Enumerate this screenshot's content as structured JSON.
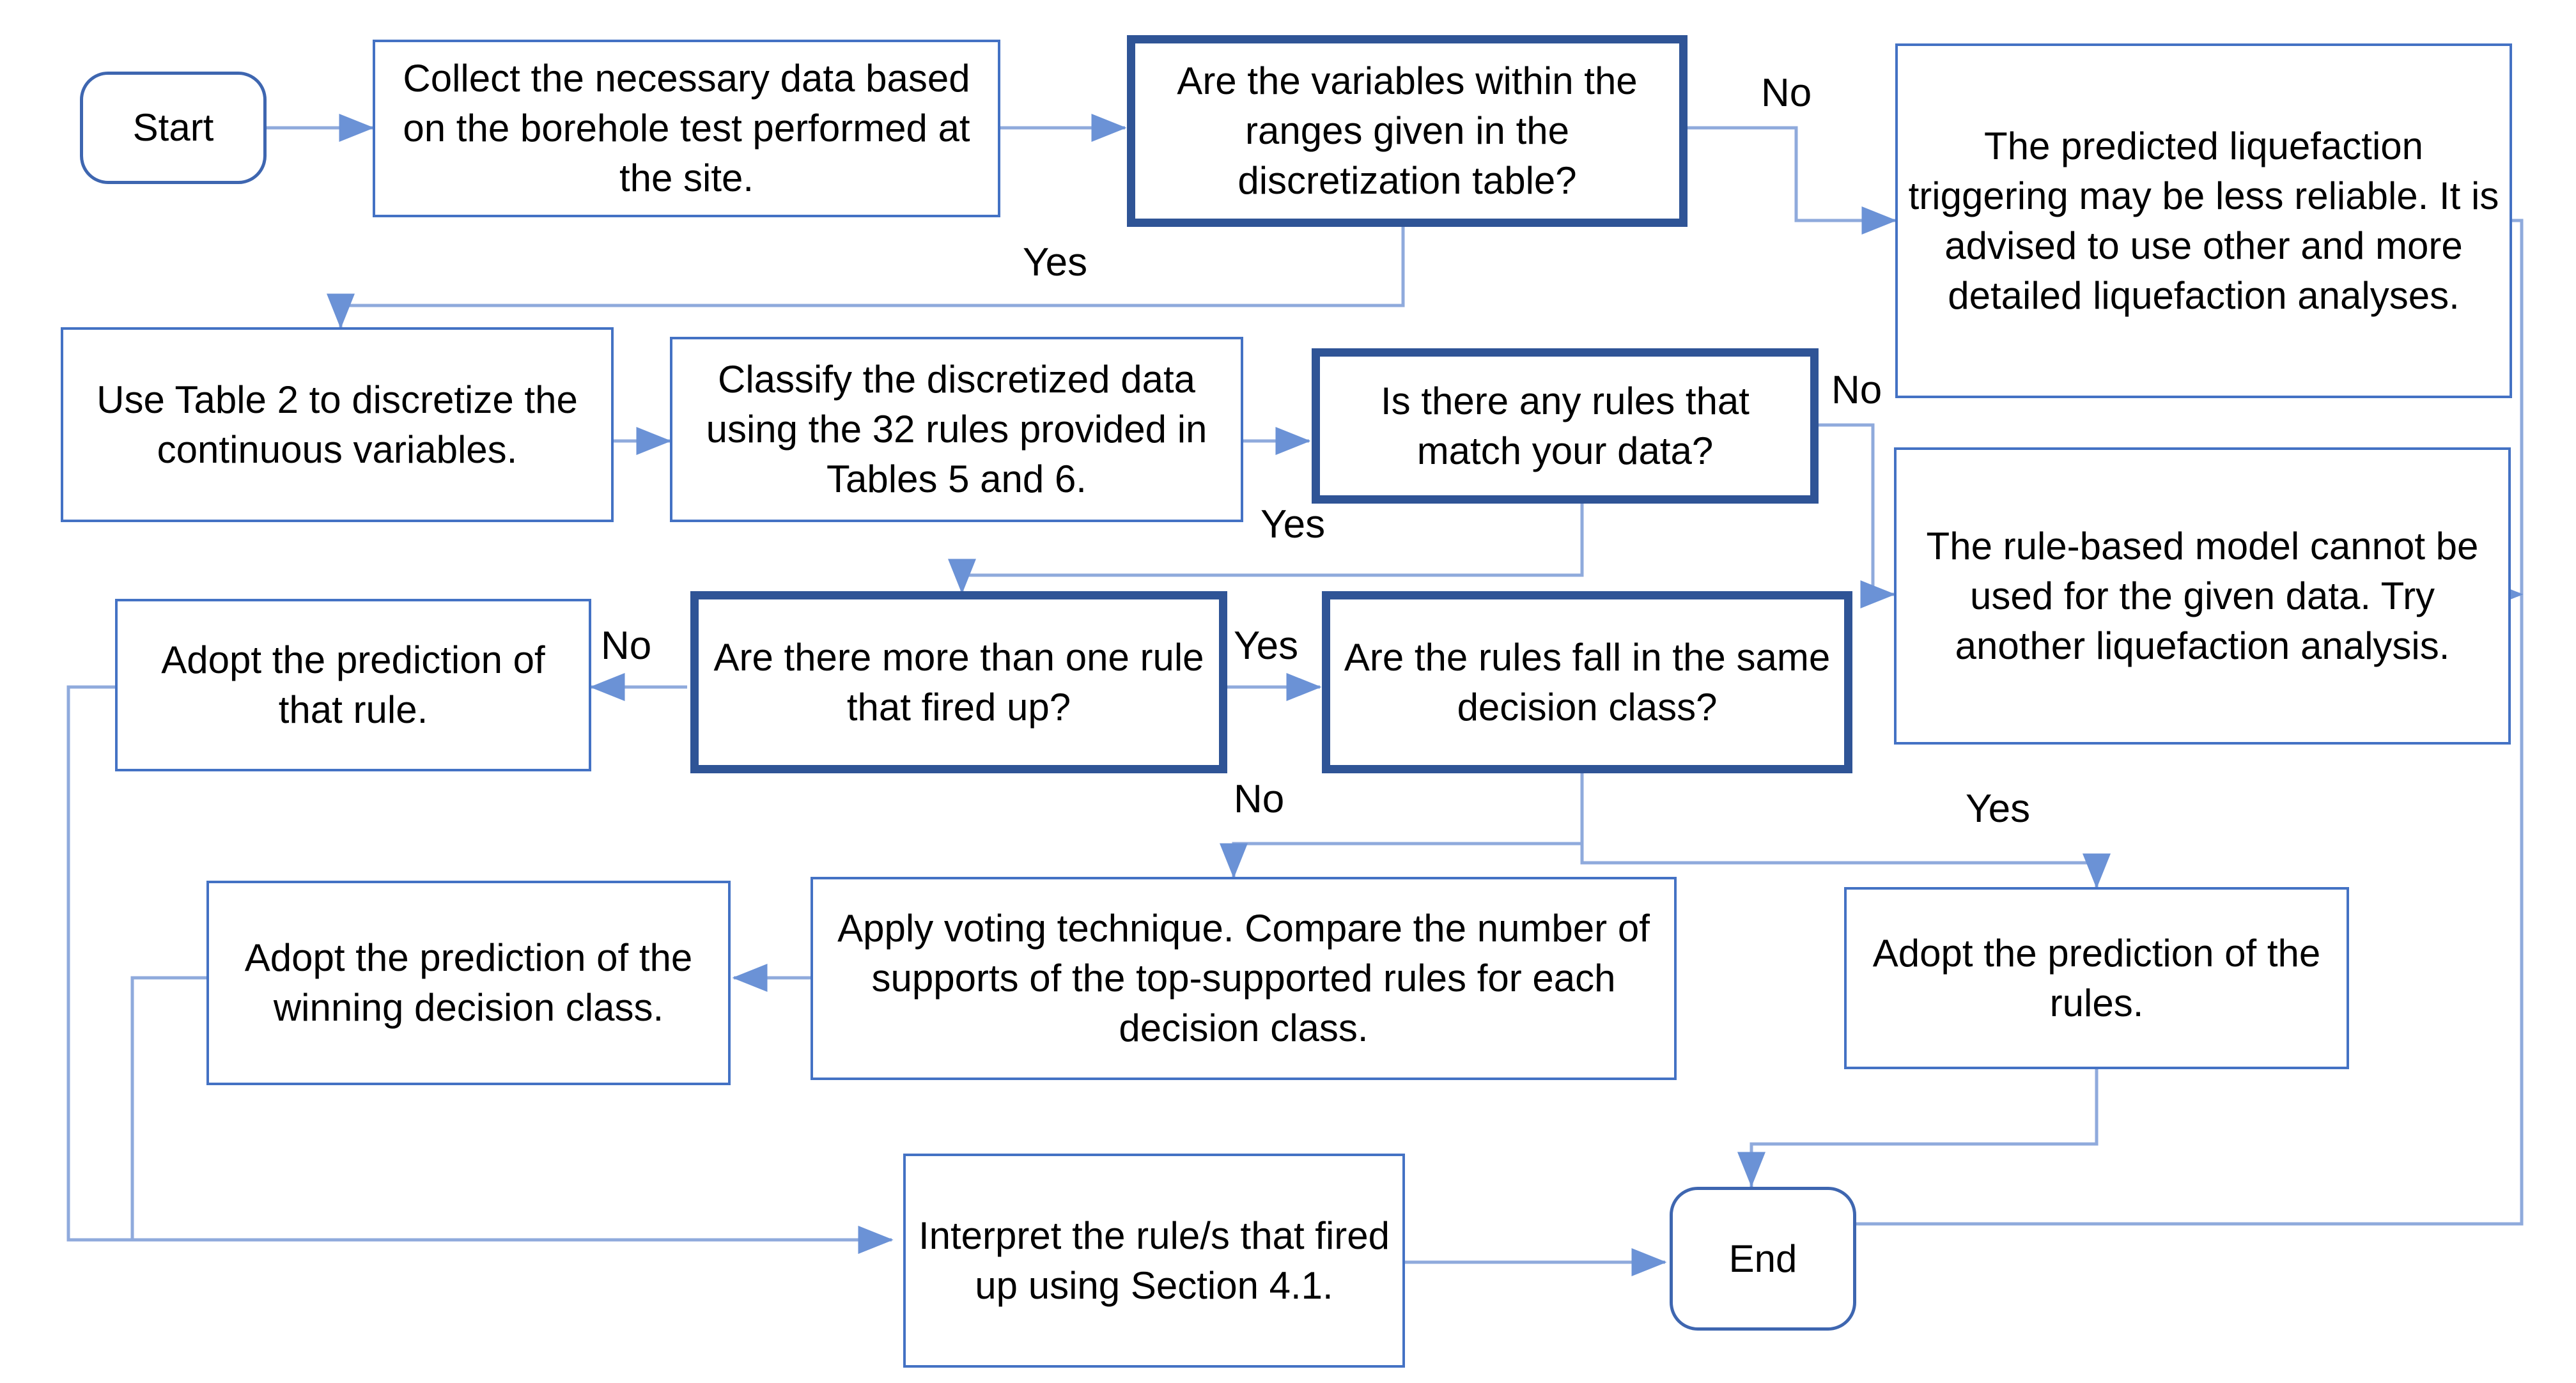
{
  "diagram": {
    "title": "Rule-based liquefaction prediction flowchart",
    "colors": {
      "process_border": "#4472C4",
      "decision_border": "#2F5496",
      "terminal_border": "#3E66B0",
      "connector": "#8FAADC",
      "background": "#FFFFFF",
      "text": "#000000"
    },
    "nodes": [
      {
        "id": "start",
        "type": "terminal",
        "text": "Start"
      },
      {
        "id": "collect",
        "type": "process",
        "text": "Collect the necessary data based on the borehole test performed at the site."
      },
      {
        "id": "in_range",
        "type": "decision",
        "text": "Are the variables within the ranges given in the discretization table?"
      },
      {
        "id": "less_reliable",
        "type": "process",
        "text": "The predicted liquefaction triggering may be less reliable. It is advised to use other and more detailed liquefaction analyses."
      },
      {
        "id": "discretize",
        "type": "process",
        "text": "Use Table 2 to discretize the continuous variables."
      },
      {
        "id": "classify",
        "type": "process",
        "text": "Classify the discretized data using the 32 rules provided in Tables 5 and 6."
      },
      {
        "id": "any_rules",
        "type": "decision",
        "text": "Is there any rules that match your data?"
      },
      {
        "id": "cannot_use",
        "type": "process",
        "text": "The rule-based model cannot be used for the given data. Try another liquefaction analysis."
      },
      {
        "id": "adopt_that",
        "type": "process",
        "text": "Adopt the prediction of that rule."
      },
      {
        "id": "more_than_one",
        "type": "decision",
        "text": "Are there more than one rule that fired up?"
      },
      {
        "id": "same_class",
        "type": "decision",
        "text": "Are the rules fall in the same decision class?"
      },
      {
        "id": "adopt_winning",
        "type": "process",
        "text": "Adopt the prediction of the winning decision class."
      },
      {
        "id": "voting",
        "type": "process",
        "text": "Apply voting technique. Compare the number of supports of the top-supported rules for each decision class."
      },
      {
        "id": "adopt_rules",
        "type": "process",
        "text": "Adopt the prediction of the rules."
      },
      {
        "id": "interpret",
        "type": "process",
        "text": "Interpret the rule/s that fired up using Section 4.1."
      },
      {
        "id": "end",
        "type": "terminal",
        "text": "End"
      }
    ],
    "edge_labels": [
      {
        "id": "no1",
        "text": "No"
      },
      {
        "id": "yes1",
        "text": "Yes"
      },
      {
        "id": "no2",
        "text": "No"
      },
      {
        "id": "yes2",
        "text": "Yes"
      },
      {
        "id": "no3",
        "text": "No"
      },
      {
        "id": "yes3",
        "text": "Yes"
      },
      {
        "id": "no4",
        "text": "No"
      },
      {
        "id": "yes4",
        "text": "Yes"
      }
    ],
    "edges": [
      {
        "from": "start",
        "to": "collect",
        "label": ""
      },
      {
        "from": "collect",
        "to": "in_range",
        "label": ""
      },
      {
        "from": "in_range",
        "to": "less_reliable",
        "label": "No"
      },
      {
        "from": "in_range",
        "to": "discretize",
        "label": "Yes"
      },
      {
        "from": "discretize",
        "to": "classify",
        "label": ""
      },
      {
        "from": "classify",
        "to": "any_rules",
        "label": ""
      },
      {
        "from": "any_rules",
        "to": "cannot_use",
        "label": "No"
      },
      {
        "from": "any_rules",
        "to": "more_than_one",
        "label": "Yes"
      },
      {
        "from": "more_than_one",
        "to": "adopt_that",
        "label": "No"
      },
      {
        "from": "more_than_one",
        "to": "same_class",
        "label": "Yes"
      },
      {
        "from": "same_class",
        "to": "voting",
        "label": "No"
      },
      {
        "from": "same_class",
        "to": "adopt_rules",
        "label": "Yes"
      },
      {
        "from": "voting",
        "to": "adopt_winning",
        "label": ""
      },
      {
        "from": "adopt_that",
        "to": "interpret",
        "label": ""
      },
      {
        "from": "adopt_winning",
        "to": "interpret",
        "label": ""
      },
      {
        "from": "adopt_rules",
        "to": "end",
        "label": ""
      },
      {
        "from": "less_reliable",
        "to": "end",
        "label": ""
      },
      {
        "from": "cannot_use",
        "to": "end",
        "label": ""
      },
      {
        "from": "interpret",
        "to": "end",
        "label": ""
      }
    ]
  }
}
